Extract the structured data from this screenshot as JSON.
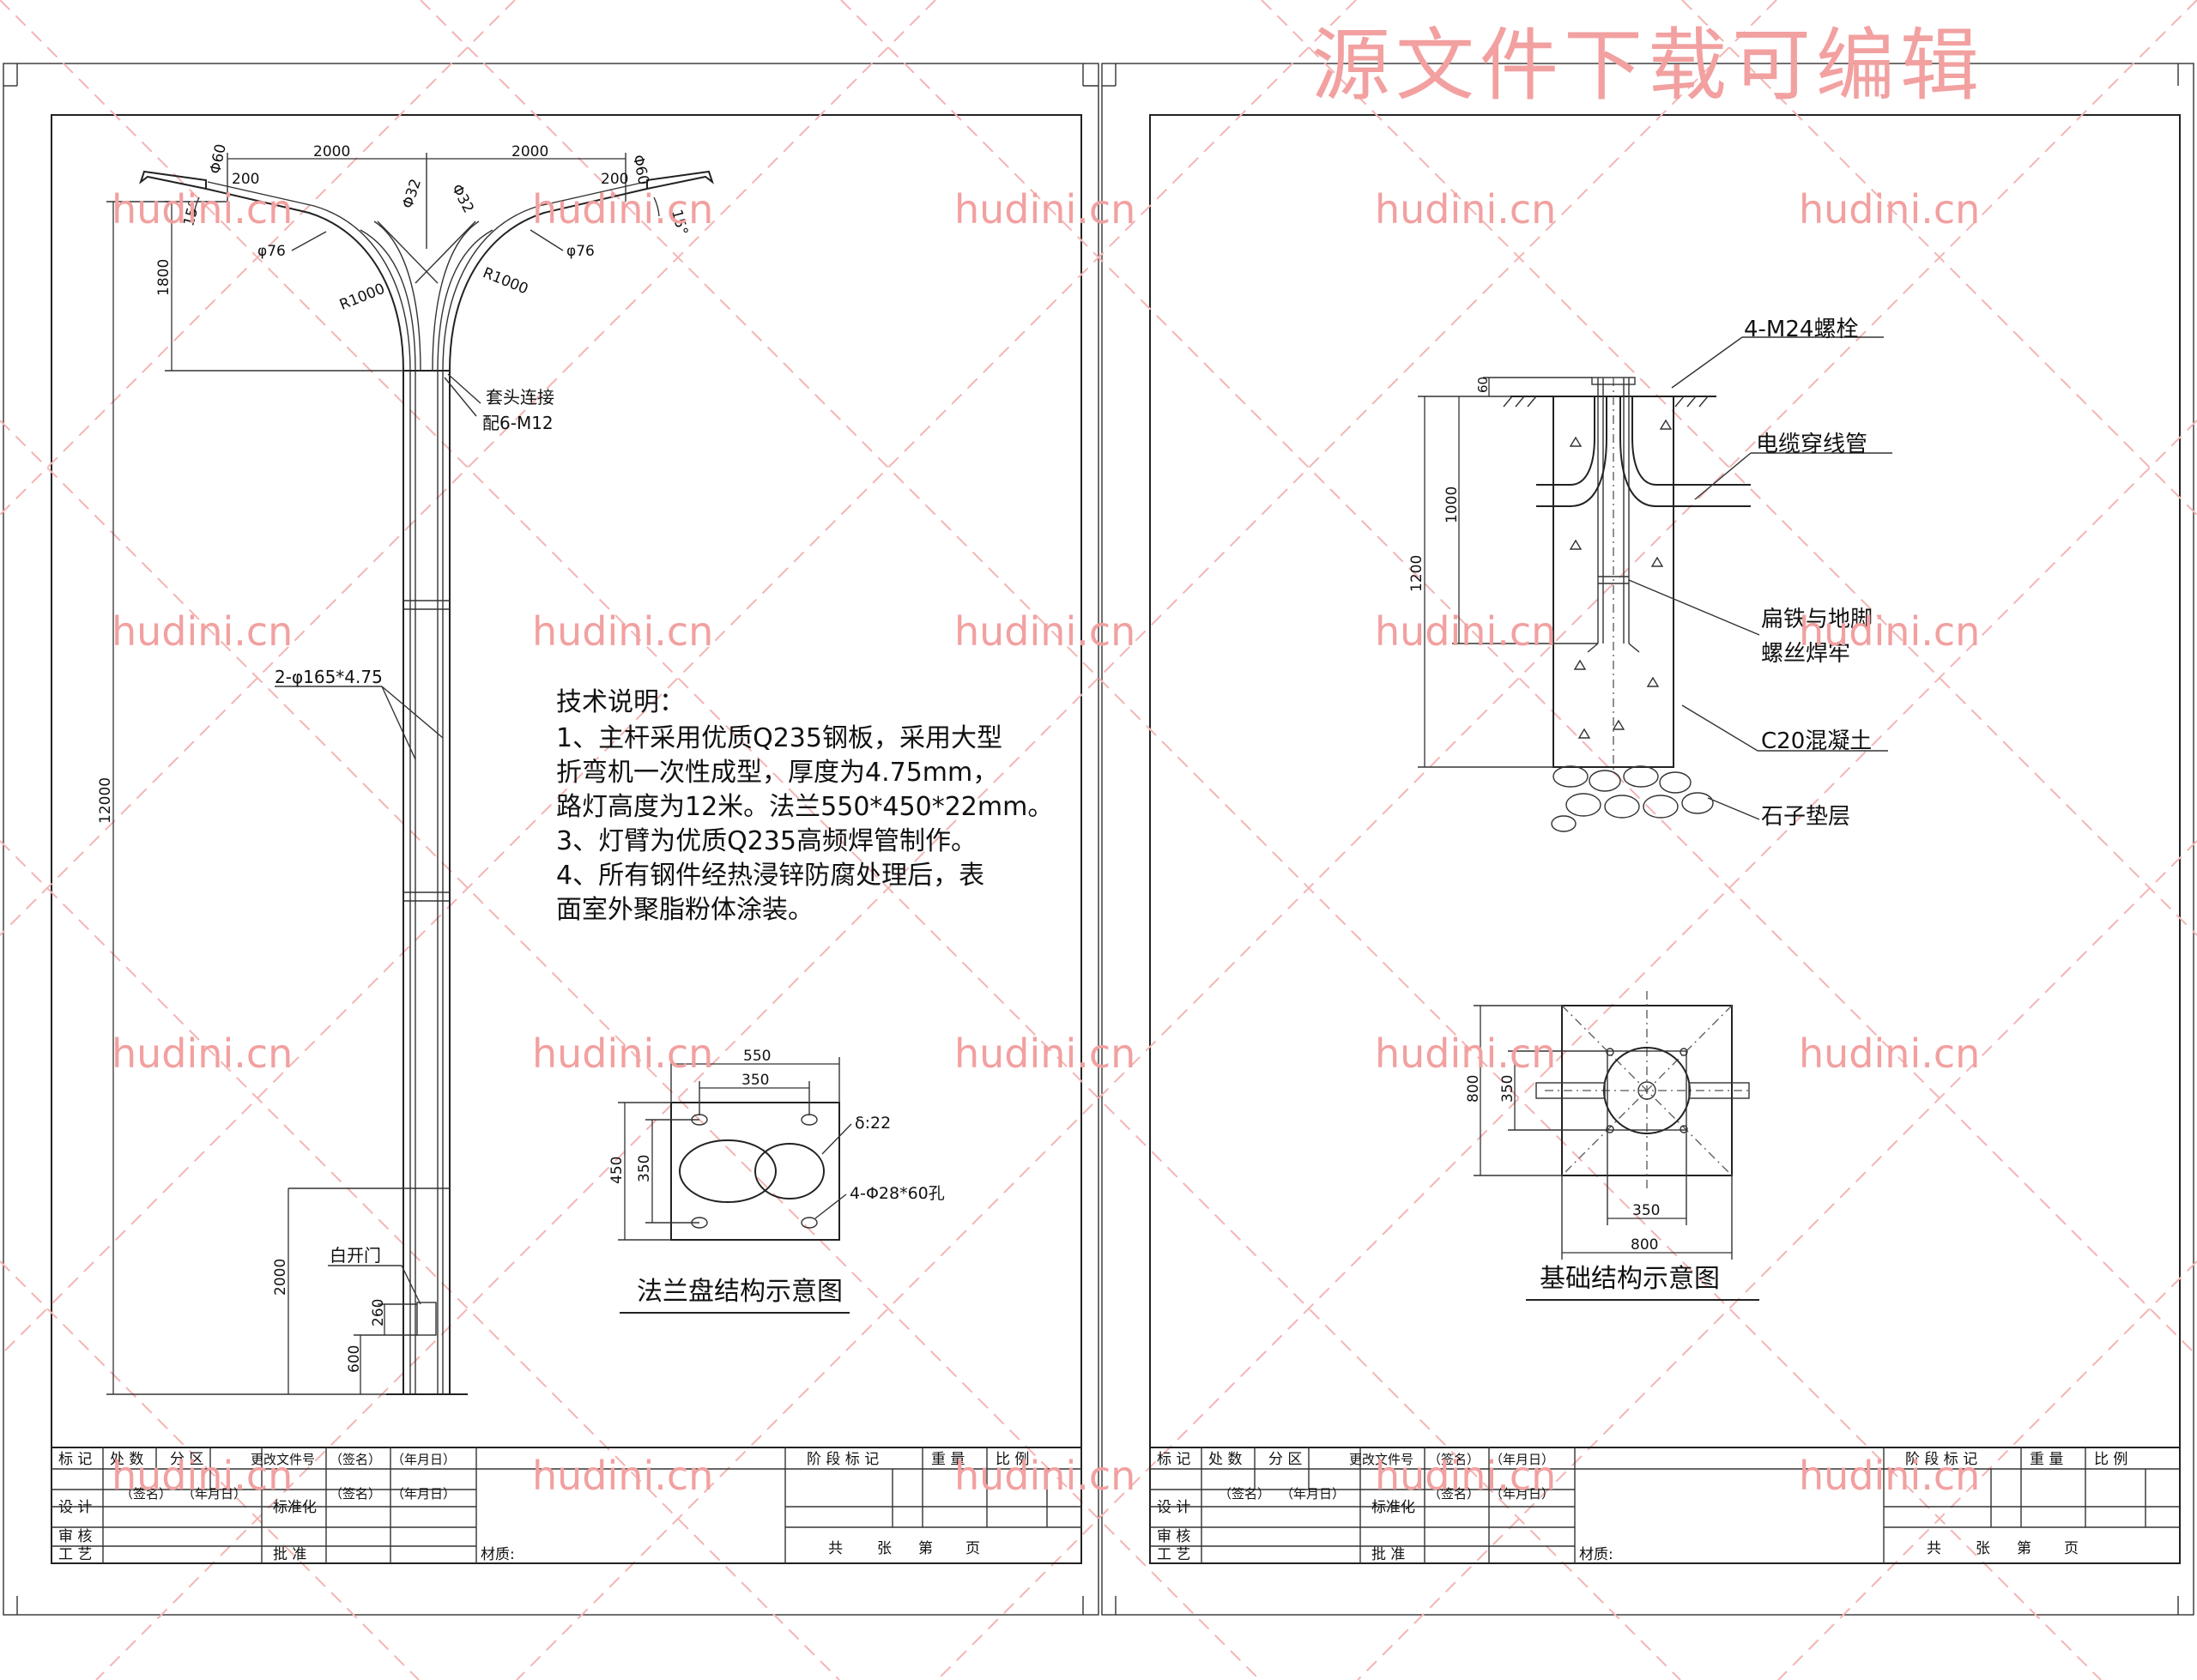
{
  "watermark": {
    "text": "hudini.cn",
    "headline": "源文件下载可编辑"
  },
  "pole": {
    "arm_span_left": "2000",
    "arm_span_right": "2000",
    "arm_tip_dia_left": "Φ60",
    "arm_tip_dia_right": "Φ60",
    "tip_length_left": "200",
    "tip_length_right": "200",
    "tilt_left": "15°",
    "tilt_right": "15°",
    "arm_dia_left": "φ76",
    "arm_dia_right": "φ76",
    "brace_dia_left": "Φ32",
    "brace_dia_right": "Φ32",
    "radius_left": "R1000",
    "radius_right": "R1000",
    "arm_height": "1800",
    "total_height": "12000",
    "sleeve_label_line1": "套头连接",
    "sleeve_label_line2": "配6-M12",
    "shaft_label": "2-φ165*4.75",
    "door_label": "白开门",
    "door_zone": "2000",
    "door_height": "260",
    "door_base": "600"
  },
  "notes": {
    "title": "技术说明：",
    "lines": [
      "1、主杆采用优质Q235钢板，采用大型",
      "折弯机一次性成型，厚度为4.75mm，",
      "路灯高度为12米。法兰550*450*22mm。",
      "3、灯臂为优质Q235高频焊管制作。",
      "4、所有钢件经热浸锌防腐处理后，表",
      "面室外聚脂粉体涂装。"
    ]
  },
  "flange": {
    "caption": "法兰盘结构示意图",
    "width_outer": "550",
    "width_inner": "350",
    "height_outer": "450",
    "height_inner": "350",
    "thickness": "δ:22",
    "holes": "4-Φ28*60孔"
  },
  "foundation": {
    "bolts": "4-M24螺栓",
    "conduit": "电缆穿线管",
    "weld_line1": "扁铁与地脚",
    "weld_line2": "螺丝焊牢",
    "concrete": "C20混凝土",
    "gravel": "石子垫层",
    "protrude": "60",
    "bolt_depth": "1000",
    "depth": "1200"
  },
  "foundation_plan": {
    "caption": "基础结构示意图",
    "size_h": "800",
    "size_v": "800",
    "inner_h": "350",
    "inner_v": "350"
  },
  "title_block": {
    "r1": [
      "标 记",
      "处 数",
      "分 区",
      "更改文件号",
      "（签名）",
      "（年月日）"
    ],
    "r2": [
      "设 计",
      "（签名）",
      "（年月日）",
      "标准化",
      "（签名）",
      "（年月日）"
    ],
    "r3": [
      "审 核"
    ],
    "r4": [
      "工 艺",
      "批 准"
    ],
    "stage": "阶 段 标 记",
    "weight": "重 量",
    "scale": "比 例",
    "material": "材质:",
    "gong": "共",
    "zhang": "张",
    "di": "第",
    "ye": "页"
  }
}
